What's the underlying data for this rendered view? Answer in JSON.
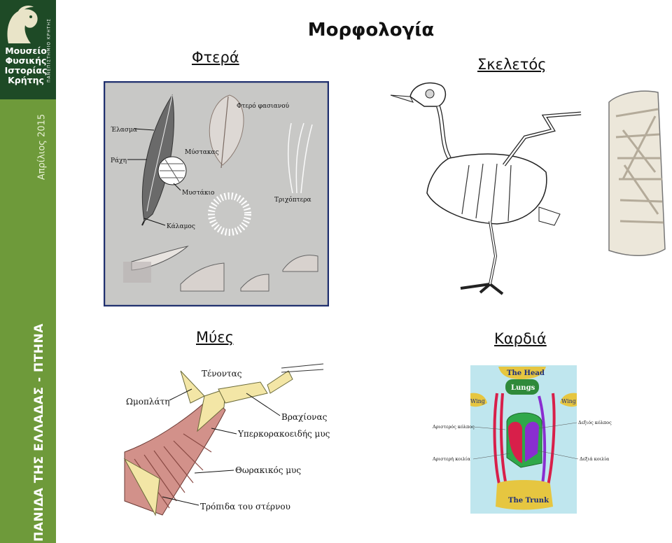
{
  "title": "Μορφολογία",
  "sidebar": {
    "logo_lines": [
      "Μουσείο",
      "Φυσικής",
      "Ιστορίας",
      "Κρήτης"
    ],
    "logo_vertical": "ΠΑΝΕΠΙΣΤΗΜΙΟ ΚΡΗΤΗΣ",
    "date": "Απρίλιος 2015",
    "section": "ΠΑΝΙΔΑ ΤΗΣ ΕΛΛΑΔΑΣ - ΠΤΗΝΑ"
  },
  "sections": {
    "feathers": "Φτερά",
    "skeleton": "Σκελετός",
    "muscles": "Μύες",
    "heart": "Καρδιά"
  },
  "feather_labels": {
    "vane": "Έλασμα",
    "rachis": "Ράχη",
    "barbs": "Μύστακας",
    "barbules": "Μυστάκιο",
    "calamus": "Κάλαμος",
    "pheasant": "Φτερό φασιανού",
    "filoplumes": "Τριχόπτερα"
  },
  "muscle_labels": {
    "tendons": "Τένοντας",
    "scapula": "Ωμοπλάτη",
    "humerus": "Βραχίονας",
    "supracoracoideus": "Υπερκορακοειδής μυς",
    "pectoral": "Θωρακικός μυς",
    "keel": "Τρόπιδα του στέρνου"
  },
  "heart_labels": {
    "head": "The Head",
    "lungs": "Lungs",
    "wing_left": "Wing",
    "wing_right": "Wing",
    "left_atrium": "Αριστερός κόλπος",
    "right_atrium": "Δεξιός κόλπος",
    "left_ventricle": "Αριστερή κοιλία",
    "right_ventricle": "Δεξιά κοιλία",
    "trunk": "The Trunk"
  },
  "colors": {
    "sidebar": "#6e9a3a",
    "logo_bg": "#1e4a26",
    "feather_panel_bg": "#c8c8c6",
    "feather_panel_border": "#1f2f6e",
    "heart_bg": "#bfe6ee"
  }
}
